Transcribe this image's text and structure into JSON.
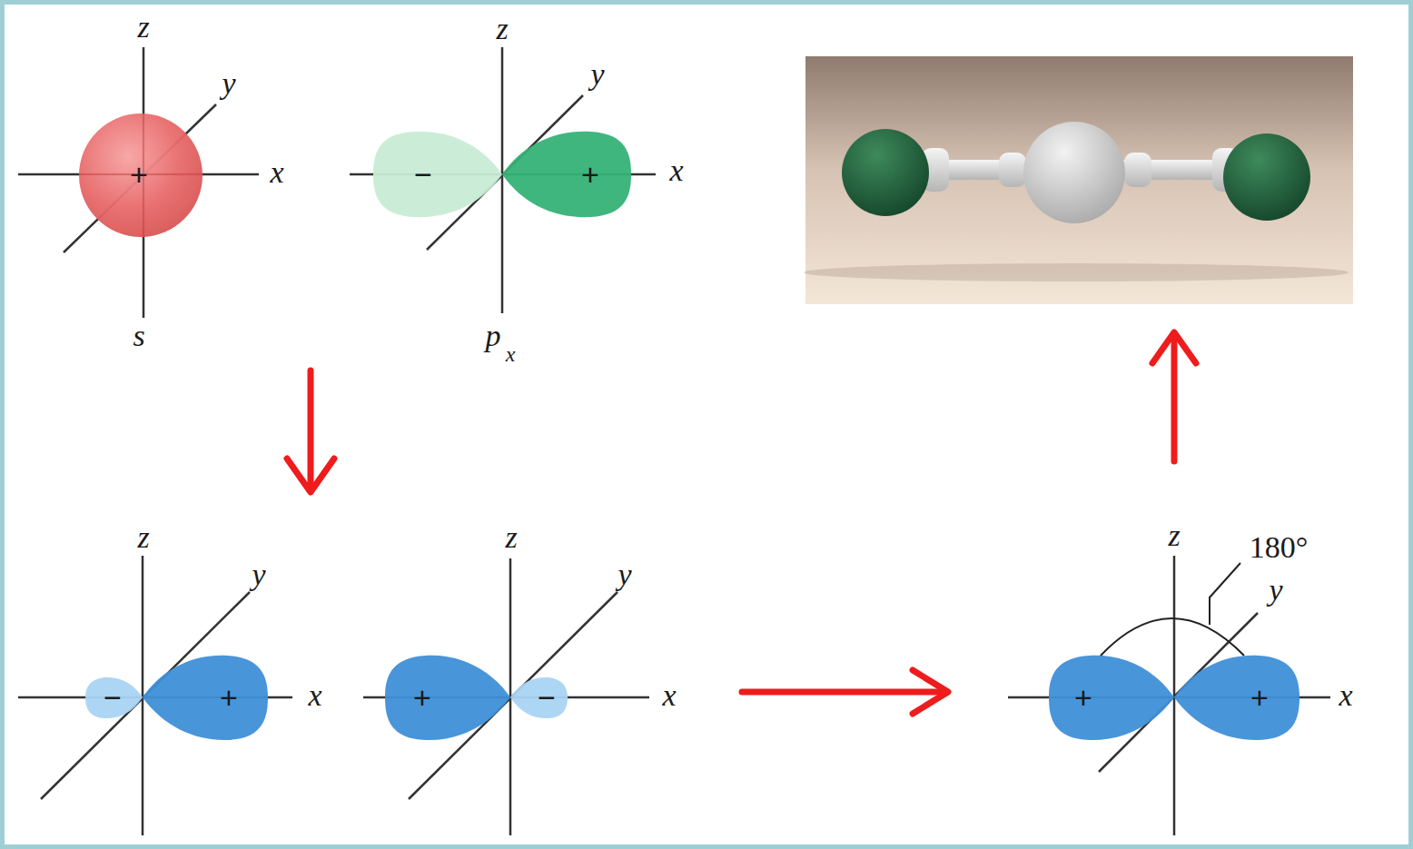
{
  "diagram": {
    "labels": [
      "z",
      "y",
      "x",
      "+",
      "s",
      "z",
      "y",
      "x",
      "−",
      "+",
      "p",
      "x",
      "z",
      "y",
      "x",
      "−",
      "+",
      "z",
      "y",
      "x",
      "+",
      "−",
      "z",
      "180°",
      "y",
      "x",
      "+",
      "+"
    ]
  }
}
